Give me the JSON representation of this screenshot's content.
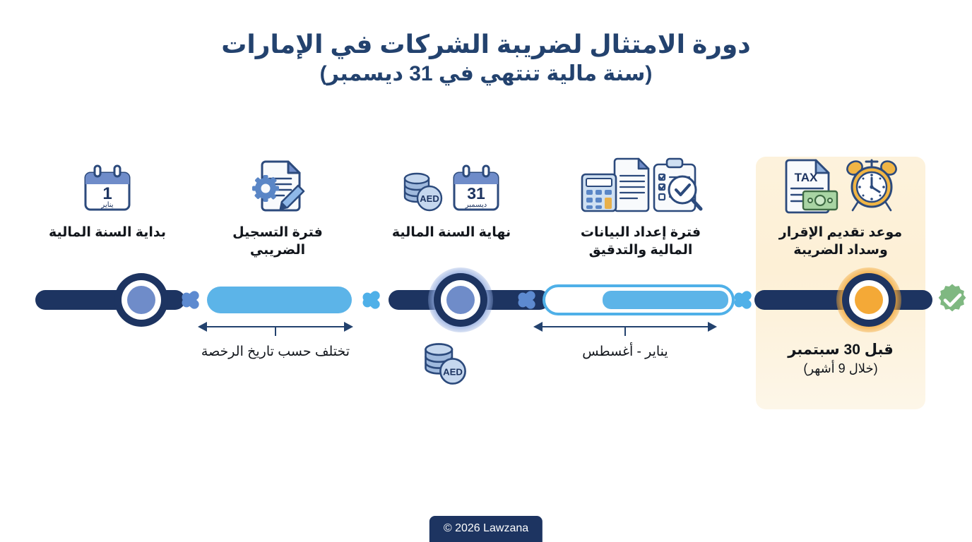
{
  "header": {
    "title": "دورة الامتثال لضريبة الشركات في الإمارات",
    "subtitle": "(سنة مالية تنتهي في 31 ديسمبر)"
  },
  "colors": {
    "navy": "#1d3461",
    "title_navy": "#23426e",
    "light_blue": "#5cb4e8",
    "chevron_blue": "#5d8ad0",
    "accent_orange": "#f4a937",
    "highlight_card": "#fdf2dc",
    "success_green": "#7fb881"
  },
  "timeline": {
    "stations": [
      {
        "id": "fiscal-year-start",
        "label": "بداية السنة المالية",
        "icons": [
          "calendar-jan-1-icon"
        ],
        "calendar": {
          "day": "1",
          "month": "يناير"
        }
      },
      {
        "id": "tax-registration-period",
        "label": "فترة التسجيل الضريبي",
        "icons": [
          "document-gear-pencil-icon"
        ]
      },
      {
        "id": "fiscal-year-end",
        "label": "نهاية السنة المالية",
        "icons": [
          "calendar-dec-31-icon",
          "aed-coins-icon"
        ],
        "calendar": {
          "day": "31",
          "month": "ديسمبر"
        },
        "coin_label": "AED"
      },
      {
        "id": "financial-statements-audit-period",
        "label": "فترة إعداد البيانات المالية والتدقيق",
        "icons": [
          "calculator-icon",
          "document-lines-icon",
          "clipboard-checklist-magnifier-icon"
        ]
      },
      {
        "id": "tax-return-filing-payment",
        "label": "موعد تقديم الإقرار وسداد الضريبة",
        "icons": [
          "alarm-clock-icon",
          "tax-document-money-icon"
        ],
        "tax_document_label": "TAX",
        "highlighted": true
      }
    ],
    "annotations": [
      {
        "id": "registration-window",
        "text": "تختلف حسب تاريخ الرخصة"
      },
      {
        "id": "audit-window",
        "text": "يناير - أغسطس"
      }
    ],
    "below_node_icon": {
      "id": "aed-coins-icon",
      "label": "AED"
    },
    "deadline": {
      "headline": "قبل 30 سبتمبر",
      "note": "(خلال 9 أشهر)"
    },
    "end_badge": "verified-check-icon",
    "audit_progress_percent": 70
  },
  "footer": {
    "copyright": "© 2026 Lawzana"
  }
}
